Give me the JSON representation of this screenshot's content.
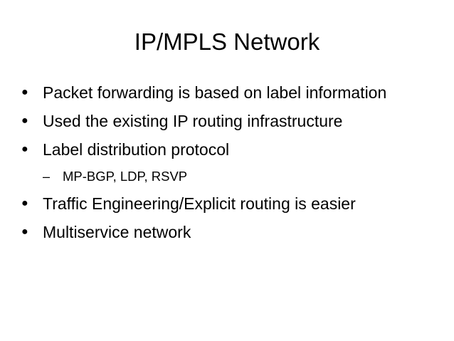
{
  "slide": {
    "title": "IP/MPLS Network",
    "bullets": [
      {
        "marker": "●",
        "text": "Packet forwarding is based on label information"
      },
      {
        "marker": "●",
        "text": "Used the existing IP routing infrastructure"
      },
      {
        "marker": "●",
        "text": "Label distribution protocol"
      },
      {
        "marker": "–",
        "text": "MP-BGP, LDP, RSVP"
      },
      {
        "marker": "●",
        "text": "Traffic Engineering/Explicit routing is easier"
      },
      {
        "marker": "●",
        "text": "Multiservice network"
      }
    ]
  },
  "colors": {
    "background": "#ffffff",
    "text": "#000000"
  }
}
